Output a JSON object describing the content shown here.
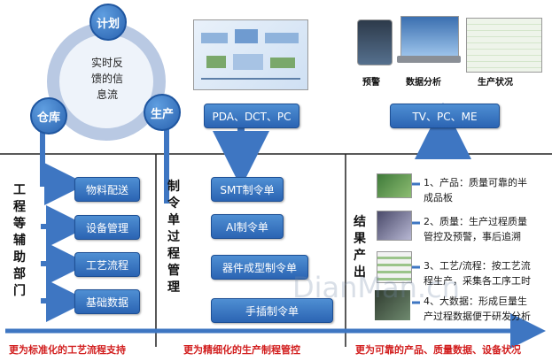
{
  "cycle": {
    "center": [
      "实时反",
      "馈的信",
      "息流"
    ],
    "plan": "计划",
    "warehouse": "仓库",
    "production": "生产"
  },
  "left": {
    "vertical_title": [
      "工",
      "程",
      "等",
      "辅",
      "助",
      "部",
      "门"
    ],
    "items": [
      "物料配送",
      "设备管理",
      "工艺流程",
      "基础数据"
    ],
    "footer": "更为标准化的工艺流程支持"
  },
  "middle": {
    "devices": "PDA、DCT、PC",
    "vertical_title": [
      "制",
      "令",
      "单",
      "过",
      "程",
      "管",
      "理"
    ],
    "items": [
      "SMT制令单",
      "AI制令单",
      "器件成型制令单",
      "手插制令单"
    ],
    "footer": "更为精细化的生产制程管控"
  },
  "right": {
    "captions": [
      "预警",
      "数据分析",
      "生产状况"
    ],
    "devices": "TV、PC、ME",
    "vertical_title": [
      "结",
      "果",
      "产",
      "出"
    ],
    "results": [
      [
        "1、产品：质量可靠的半",
        "成品板"
      ],
      [
        "2、质量：生产过程质量",
        "管控及预警，事后追溯"
      ],
      [
        "3、工艺/流程：按工艺流",
        "程生产，采集各工序工时"
      ],
      [
        "4、大数据：形成巨量生",
        "产过程数据便于研发分析"
      ]
    ],
    "footer": "更为可靠的产品、质量数据、设备状况"
  },
  "watermark": "DianMan.cn",
  "colors": {
    "accent": "#2b64b3",
    "arrow": "#3e76c2",
    "footer_text": "#d21f1f"
  }
}
